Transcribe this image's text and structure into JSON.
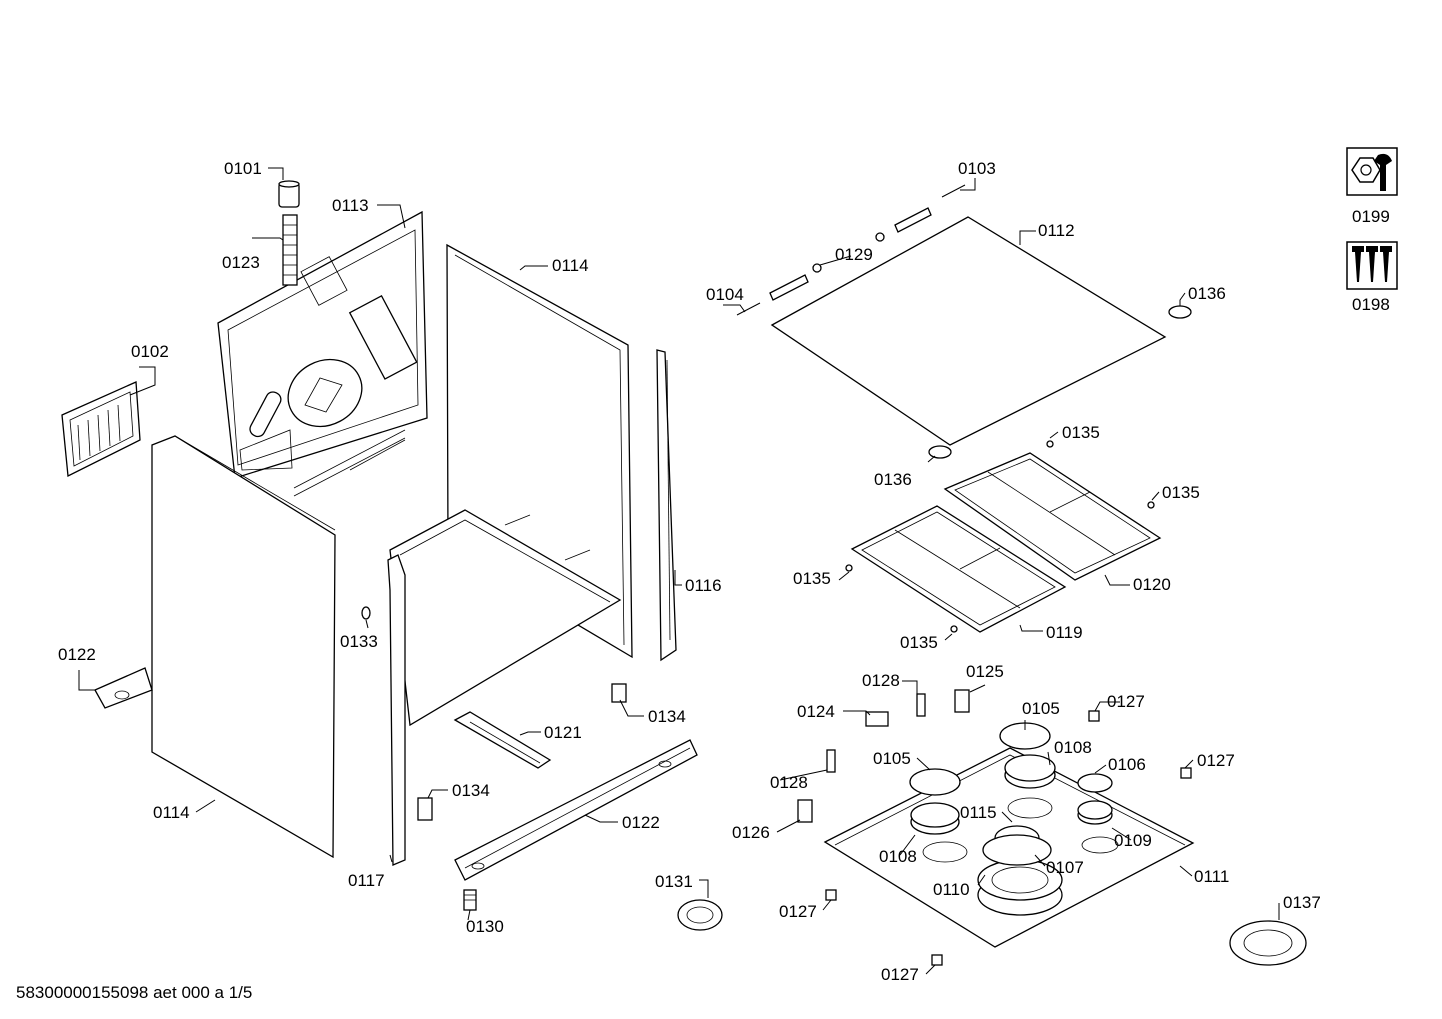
{
  "document": {
    "footer_id": "58300000155098 aet 000 a 1/5"
  },
  "part_labels": {
    "p0101": "0101",
    "p0102": "0102",
    "p0103": "0103",
    "p0104": "0104",
    "p0105a": "0105",
    "p0105b": "0105",
    "p0106": "0106",
    "p0107": "0107",
    "p0108a": "0108",
    "p0108b": "0108",
    "p0109": "0109",
    "p0110": "0110",
    "p0111": "0111",
    "p0112": "0112",
    "p0113": "0113",
    "p0114a": "0114",
    "p0114b": "0114",
    "p0115": "0115",
    "p0116": "0116",
    "p0117": "0117",
    "p0119": "0119",
    "p0120": "0120",
    "p0121": "0121",
    "p0122a": "0122",
    "p0122b": "0122",
    "p0123": "0123",
    "p0124": "0124",
    "p0125": "0125",
    "p0126": "0126",
    "p0127a": "0127",
    "p0127b": "0127",
    "p0127c": "0127",
    "p0127d": "0127",
    "p0128a": "0128",
    "p0128b": "0128",
    "p0129": "0129",
    "p0130": "0130",
    "p0131": "0131",
    "p0133": "0133",
    "p0134a": "0134",
    "p0134b": "0134",
    "p0135a": "0135",
    "p0135b": "0135",
    "p0135c": "0135",
    "p0135d": "0135",
    "p0136a": "0136",
    "p0136b": "0136",
    "p0137": "0137",
    "p0198": "0198",
    "p0199": "0199"
  },
  "icons": {
    "tools": "wrench-nut-icon",
    "screws": "screws-icon"
  }
}
